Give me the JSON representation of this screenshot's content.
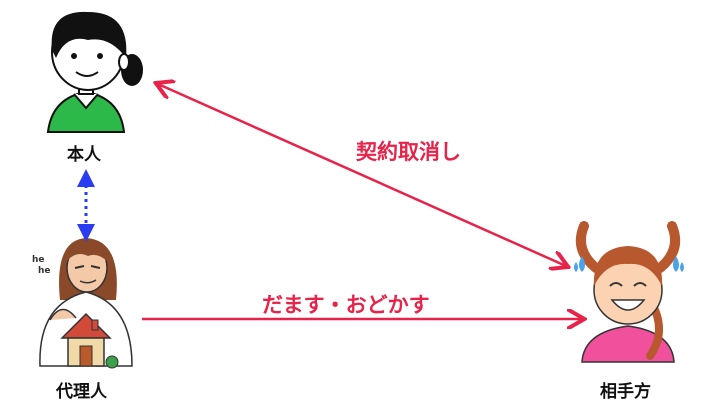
{
  "nodes": {
    "principal": {
      "label": "本人"
    },
    "agent": {
      "label": "代理人",
      "speech": [
        "he",
        "he"
      ]
    },
    "counterparty": {
      "label": "相手方"
    }
  },
  "edges": {
    "cancel": {
      "label": "契約取消し"
    },
    "fraud": {
      "label": "だます・おどかす"
    }
  },
  "colors": {
    "arrow": "#e8234a",
    "dotted_link": "#2a3df0",
    "principal_shirt": "#2db84a",
    "counterparty_shirt": "#f0509c",
    "sweat": "#4aa3e8"
  }
}
